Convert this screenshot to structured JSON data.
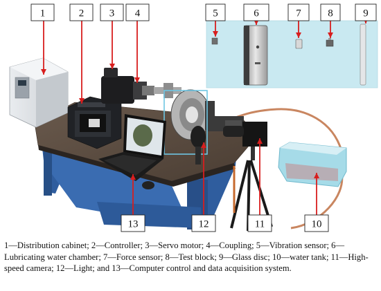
{
  "figure": {
    "callouts": [
      {
        "num": "1",
        "color": "#d81e1e"
      },
      {
        "num": "2",
        "color": "#d81e1e"
      },
      {
        "num": "3",
        "color": "#d81e1e"
      },
      {
        "num": "4",
        "color": "#d81e1e"
      },
      {
        "num": "5",
        "color": "#d81e1e"
      },
      {
        "num": "6",
        "color": "#d81e1e"
      },
      {
        "num": "7",
        "color": "#d81e1e"
      },
      {
        "num": "8",
        "color": "#d81e1e"
      },
      {
        "num": "9",
        "color": "#d81e1e"
      },
      {
        "num": "10",
        "color": "#d81e1e"
      },
      {
        "num": "11",
        "color": "#d81e1e"
      },
      {
        "num": "12",
        "color": "#d81e1e"
      },
      {
        "num": "13",
        "color": "#d81e1e"
      }
    ],
    "inset_color": "#c9e9f1",
    "highlight_color": "#6ec6e3"
  },
  "caption": {
    "text": "1—Distribution cabinet; 2—Controller; 3—Servo motor; 4—Coupling; 5—Vibration sensor; 6—Lubricating water chamber; 7—Force sensor; 8—Test block; 9—Glass disc; 10—water tank; 11—High-speed camera; 12—Light; and 13—Computer control and data acquisition system."
  }
}
